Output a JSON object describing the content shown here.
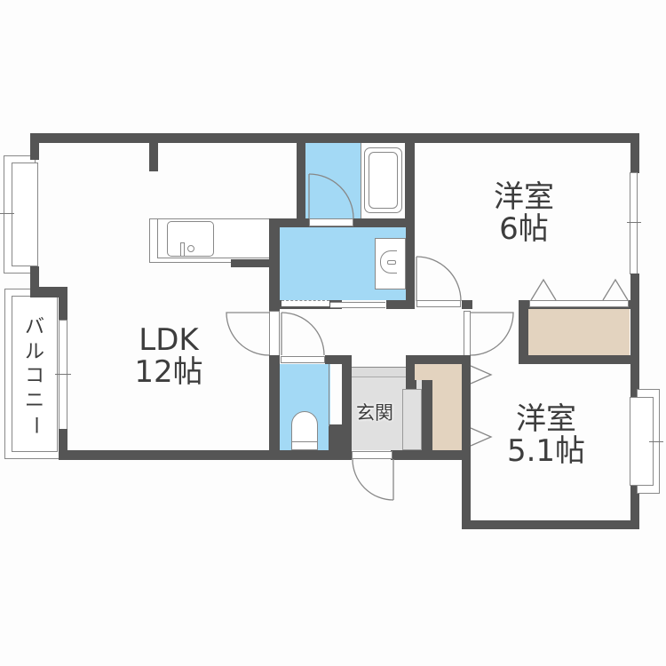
{
  "floor_plan": {
    "rooms": {
      "ldk": {
        "name": "LDK",
        "size": "12帖"
      },
      "western1": {
        "name": "洋室",
        "size": "6帖"
      },
      "western2": {
        "name": "洋室",
        "size": "5.1帖"
      },
      "entrance": {
        "name": "玄関"
      },
      "balcony": {
        "name_chars": [
          "バ",
          "ル",
          "コ",
          "ニ",
          "ー"
        ]
      }
    },
    "colors": {
      "wall": "#555555",
      "wet_area": "#a3d9f5",
      "storage": "#e3d3bf",
      "entrance_floor": "#e0e0e0",
      "background": "#fdfdfd",
      "text": "#3d3d3d"
    },
    "fixtures": [
      "kitchen-sink",
      "bathtub",
      "washbasin",
      "toilet",
      "shoe-cabinet",
      "closet"
    ]
  }
}
